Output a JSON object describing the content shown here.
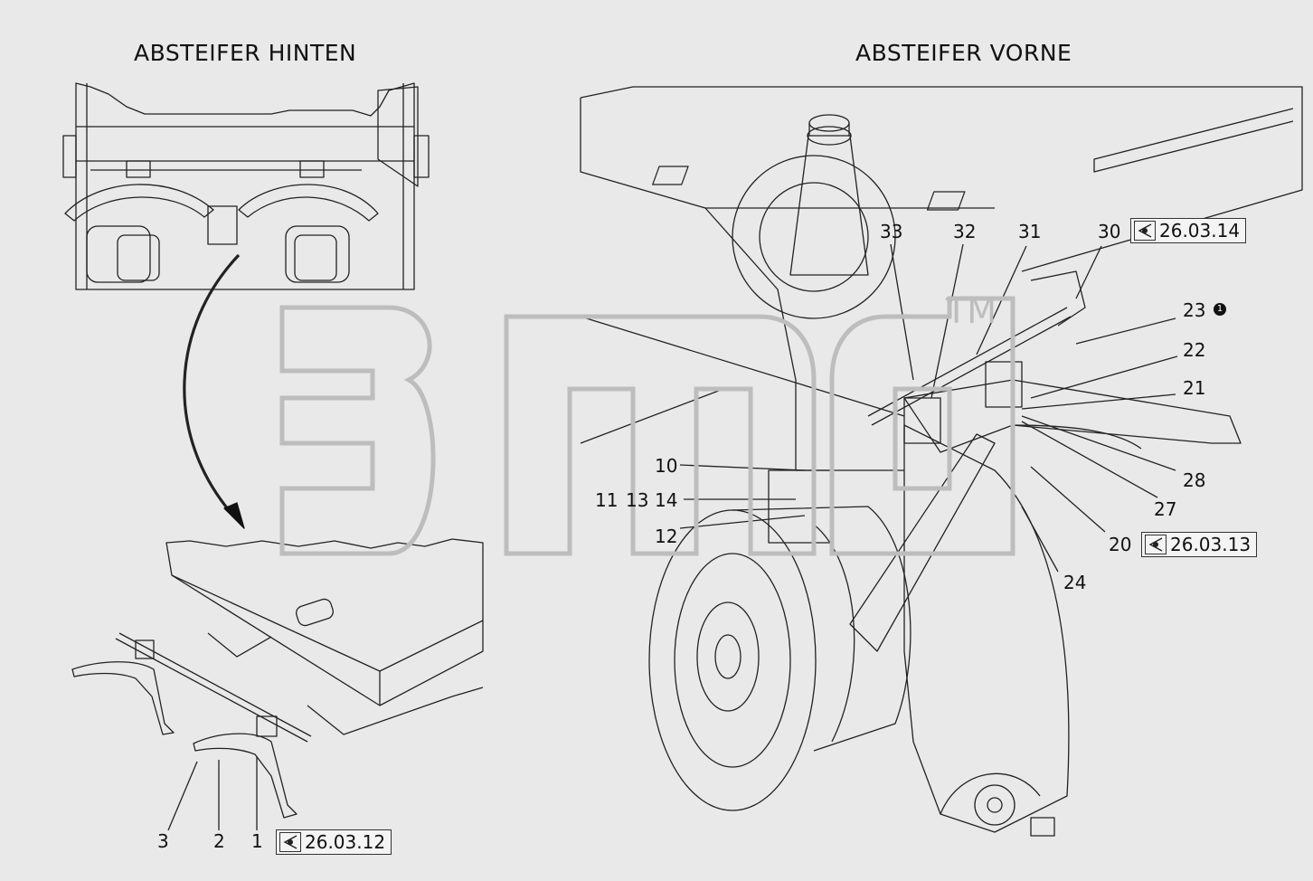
{
  "titles": {
    "rear": "ABSTEIFER HINTEN",
    "front": "ABSTEIFER VORNE"
  },
  "callouts": {
    "c1": "1",
    "c2": "2",
    "c3": "3",
    "c10": "10",
    "c11": "11",
    "c12": "12",
    "c13": "13",
    "c14": "14",
    "c20": "20",
    "c21": "21",
    "c22": "22",
    "c23": "23",
    "c24": "24",
    "c27": "27",
    "c28": "28",
    "c30": "30",
    "c31": "31",
    "c32": "32",
    "c33": "33"
  },
  "references": {
    "ref_1": "26.03.12",
    "ref_20": "26.03.13",
    "ref_30": "26.03.14"
  },
  "badge_23": "1",
  "watermark": {
    "text": "3md",
    "mark": "TM"
  },
  "colors": {
    "background": "#e9e9e9",
    "line": "#222222",
    "watermark": "#bdbdbd"
  }
}
